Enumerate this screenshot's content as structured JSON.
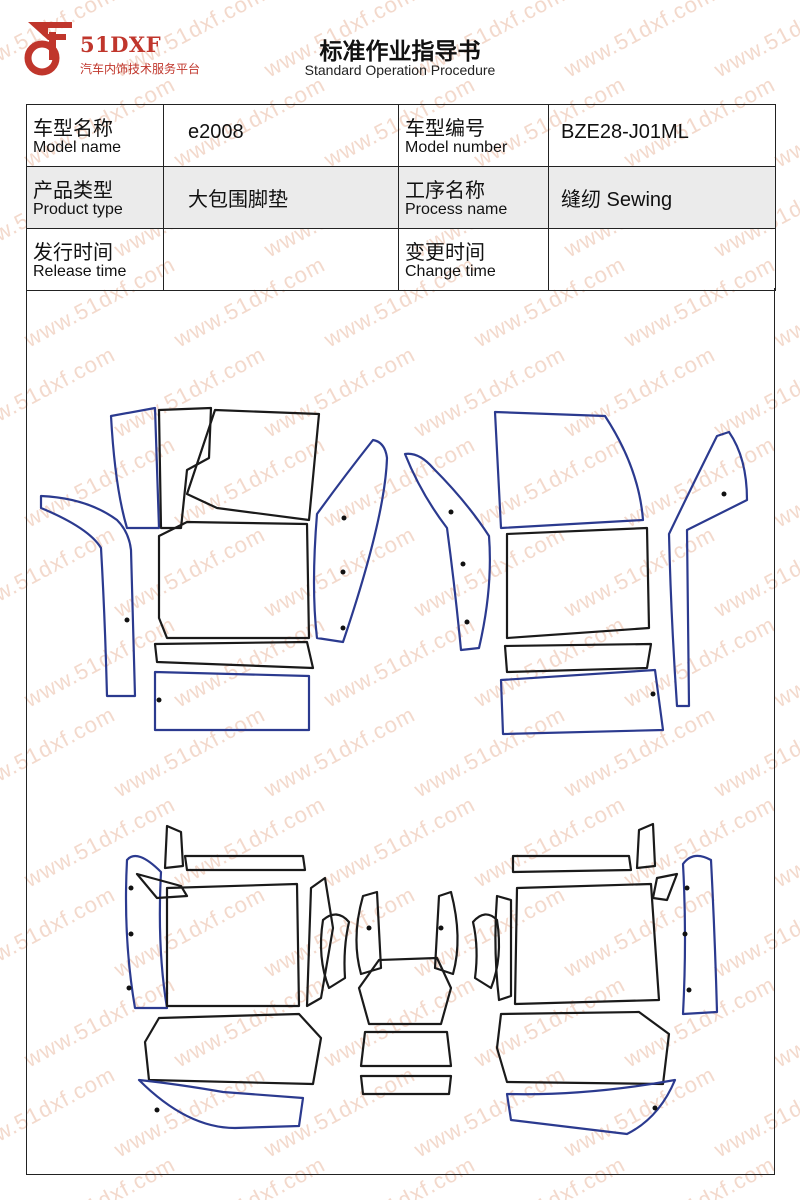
{
  "brand": {
    "name": "51DXF",
    "subtitle": "汽车内饰技术服务平台"
  },
  "document": {
    "title": "标准作业指导书",
    "subtitle": "Standard Operation Procedure"
  },
  "info_table": {
    "model_name": {
      "label_cn": "车型名称",
      "label_en": "Model name",
      "value": "e2008"
    },
    "model_number": {
      "label_cn": "车型编号",
      "label_en": "Model number",
      "value": "BZE28-J01ML"
    },
    "product_type": {
      "label_cn": "产品类型",
      "label_en": "Product type",
      "value": "大包围脚垫"
    },
    "process_name": {
      "label_cn": "工序名称",
      "label_en": "Process name",
      "value": "缝纫 Sewing"
    },
    "release_time": {
      "label_cn": "发行时间",
      "label_en": "Release time",
      "value": ""
    },
    "change_time": {
      "label_cn": "变更时间",
      "label_en": "Change time",
      "value": ""
    }
  },
  "watermark": "www.51dxf.com",
  "colors": {
    "brand_red": "#c0362c",
    "outline": "#1a1a1a",
    "outline_blue": "#2b3a8f",
    "header_shade": "#ebebeb"
  }
}
